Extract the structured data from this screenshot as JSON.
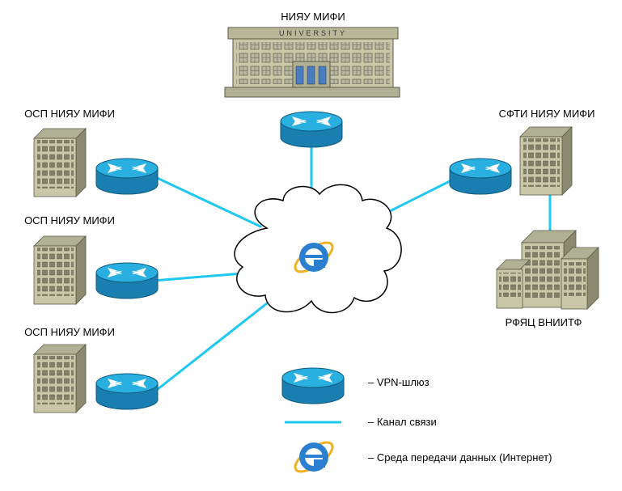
{
  "labels": {
    "university": "НИЯУ МИФИ",
    "university_sign": "UNIVERSITY",
    "osp1": "ОСП НИЯУ МИФИ",
    "osp2": "ОСП НИЯУ МИФИ",
    "osp3": "ОСП НИЯУ МИФИ",
    "sfti": "СФТИ НИЯУ МИФИ",
    "vniitf": "РФЯЦ ВНИИТФ"
  },
  "legend": {
    "vpn_gateway": "– VPN-шлюз",
    "link": "– Канал связи",
    "internet": "– Среда передачи данных (Интернет)"
  },
  "colors": {
    "link": "#1ec8f0",
    "router_top": "#2ab0e0",
    "router_side": "#1a7fb0",
    "building_front": "#c8c8a8",
    "building_side": "#9a9a80",
    "window": "#808068"
  },
  "icons": {
    "router": "vpn-gateway-icon",
    "cloud": "internet-cloud-icon",
    "browser": "internet-explorer-icon"
  }
}
